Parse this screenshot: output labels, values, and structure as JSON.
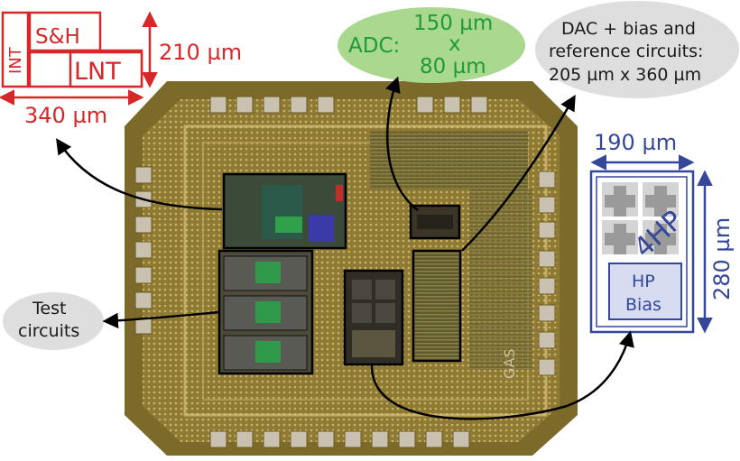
{
  "colors": {
    "red": "#d62828",
    "blue": "#35479a",
    "green": "#1f9a3a",
    "green_bubble": "#a9d88e",
    "gray_bubble": "#dedede",
    "die_gold": "#a08a3a"
  },
  "lnt_block": {
    "int_label": "INT",
    "sh_label": "S&H",
    "lnt_label": "LNT",
    "height_label": "210 µm",
    "width_label": "340 µm"
  },
  "adc_bubble": {
    "prefix": "ADC:",
    "line1": "150 µm",
    "line2": "x",
    "line3": "80 µm"
  },
  "dac_bubble": {
    "line1": "DAC + bias and",
    "line2": "reference circuits:",
    "line3": "205 µm x 360 µm"
  },
  "test_bubble": {
    "line1": "Test",
    "line2": "circuits"
  },
  "hp_block": {
    "width_label": "190 µm",
    "height_label": "280 µm",
    "array_label": "4HP",
    "bias_line1": "HP",
    "bias_line2": "Bias"
  },
  "die": {
    "logo_text": "GAS"
  }
}
